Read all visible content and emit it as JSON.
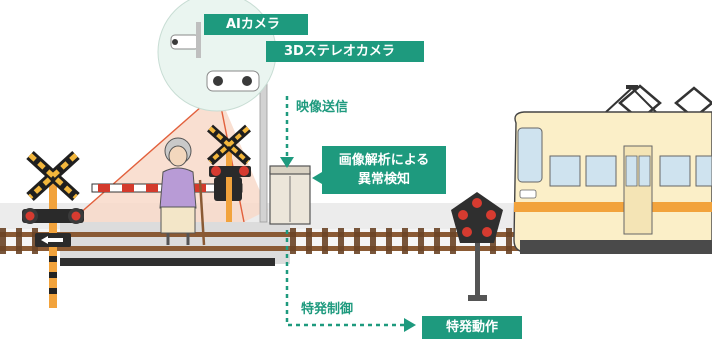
{
  "labels": {
    "ai_camera": "AIカメラ",
    "stereo_camera": "3Dステレオカメラ",
    "video_transmission": "映像送信",
    "analysis_line1": "画像解析による",
    "analysis_line2": "異常検知",
    "special_control": "特発制御",
    "special_operation": "特発動作"
  },
  "icons": [
    "ai-camera-icon",
    "stereo-camera-icon",
    "crossing-signal-icon",
    "warning-signal-icon",
    "elderly-person-icon",
    "train-icon",
    "control-cabinet-icon"
  ],
  "colors": {
    "accent": "#1e9a7e",
    "train_body": "#fbefc8",
    "train_stripe": "#f2a33c",
    "camera_cone": "#f8d9c9",
    "barrier_red": "#d33a2c"
  }
}
